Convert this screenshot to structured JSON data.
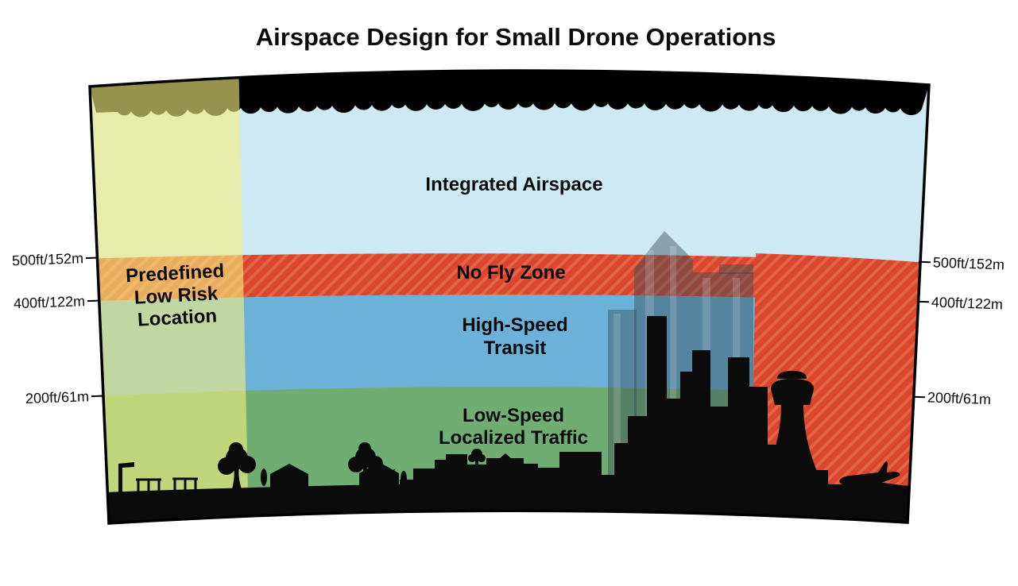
{
  "title": "Airspace Design for Small Drone Operations",
  "zones": {
    "integrated": {
      "label": "Integrated Airspace",
      "color": "#cde9f4"
    },
    "no_fly": {
      "label": "No Fly Zone",
      "color_base": "#da452e",
      "color_stripe": "#e26546"
    },
    "high_speed": {
      "line1": "High-Speed",
      "line2": "Transit",
      "color": "#6cb2d8"
    },
    "low_speed": {
      "line1": "Low-Speed",
      "line2": "Localized Traffic",
      "color": "#6fad72"
    },
    "low_risk": {
      "line1": "Predefined",
      "line2": "Low Risk",
      "line3": "Location",
      "color": "rgba(244,238,128,0.62)"
    }
  },
  "altitude_labels": {
    "left": {
      "l500": "500ft/152m",
      "l400": "400ft/122m",
      "l200": "200ft/61m"
    },
    "right": {
      "r500": "500ft/152m",
      "r400": "400ft/122m",
      "r200": "200ft/61m"
    }
  },
  "colors": {
    "background": "#ffffff",
    "frame": "#000000",
    "silhouette": "#0b0b0b",
    "building_overlay": "rgba(55,75,88,0.45)",
    "building_highlight": "rgba(255,255,255,0.16)"
  }
}
